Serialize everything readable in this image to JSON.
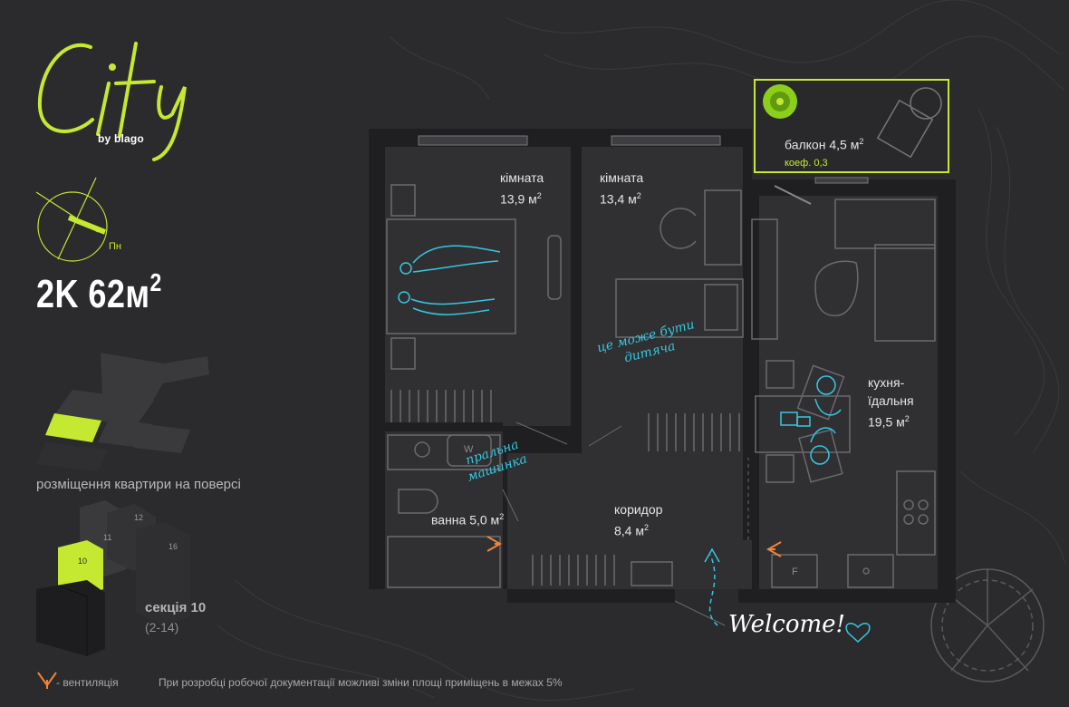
{
  "brand": {
    "logo_text": "City",
    "byline": "by blago",
    "accent_color": "#c5e830"
  },
  "compass": {
    "label": "Пн"
  },
  "apartment": {
    "type": "2K",
    "area": "62м",
    "area_sup": "2"
  },
  "placement_label": "розміщення квартири на поверсі",
  "building": {
    "section_labels": [
      "12",
      "11",
      "10",
      "16"
    ],
    "section_title": "секція 10",
    "floors": "(2-14)"
  },
  "rooms": {
    "room1": {
      "name": "кімната",
      "area": "13,9 м",
      "sup": "2"
    },
    "room2": {
      "name": "кімната",
      "area": "13,4 м",
      "sup": "2"
    },
    "balcony": {
      "name": "балкон 4,5 м",
      "sup": "2",
      "koef": "коеф. 0,3"
    },
    "kitchen": {
      "name_line1": "кухня-",
      "name_line2": "їдальня",
      "area": "19,5 м",
      "sup": "2"
    },
    "bath": {
      "name": "ванна 5,0 м",
      "sup": "2"
    },
    "corridor": {
      "name": "коридор",
      "area": "8,4 м",
      "sup": "2"
    }
  },
  "notes": {
    "child_line1": "це може бути",
    "child_line2": "дитяча",
    "washer_line1": "пральна",
    "washer_line2": "машинка",
    "washer_icon": "W",
    "fridge_icon": "F",
    "welcome": "Welcome!"
  },
  "footer": {
    "vent_label": "- вентиляція",
    "disclaimer": "При розробці робочої документації можливі зміни площі приміщень в межах 5%"
  },
  "icons": [
    "compass-icon",
    "ventilation-icon",
    "heart-icon",
    "arrow-icon",
    "plant-icon"
  ]
}
